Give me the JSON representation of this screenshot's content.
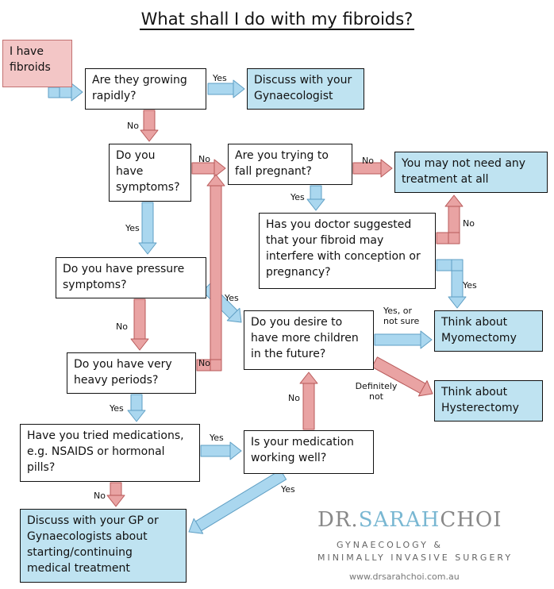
{
  "title": "What shall I do with my fibroids?",
  "nodes": {
    "start": "I have fibroids",
    "growing": "Are they growing rapidly?",
    "discuss_gyn": "Discuss with your Gynaecologist",
    "symptoms": "Do you have symptoms?",
    "pregnant": "Are you trying to fall pregnant?",
    "no_treatment": "You may not need any treatment at all",
    "doctor_suggested": "Has you doctor suggested that your fibroid may interfere with conception or pregnancy?",
    "pressure": "Do you have pressure symptoms?",
    "more_children": "Do you desire to have more children in the future?",
    "myomectomy": "Think about Myomectomy",
    "heavy": "Do you have very heavy periods?",
    "hysterectomy": "Think about Hysterectomy",
    "medications": "Have you tried medications, e.g. NSAIDS or hormonal pills?",
    "medication_working": "Is your medication working well?",
    "discuss_gp": "Discuss with your GP or Gynaecologists about starting/continuing medical treatment"
  },
  "labels": {
    "growing_yes": "Yes",
    "growing_no": "No",
    "symptoms_no": "No",
    "symptoms_yes": "Yes",
    "pregnant_no": "No",
    "pregnant_yes": "Yes",
    "doctor_no": "No",
    "doctor_yes": "Yes",
    "pressure_yes": "Yes",
    "pressure_no": "No",
    "heavy_no": "No",
    "heavy_yes": "Yes",
    "children_yes": "Yes, or not sure",
    "children_no": "Definitely not",
    "medications_yes": "Yes",
    "medications_no": "No",
    "working_no": "No",
    "working_yes": "Yes"
  },
  "brand": {
    "name_a": "DR.",
    "name_b": "SARAH",
    "name_c": "CHOI",
    "line1": "GYNAECOLOGY &",
    "line2": "MINIMALLY INVASIVE SURGERY",
    "url": "www.drsarahchoi.com.au"
  },
  "colors": {
    "outcome_fill": "#bfe3f1",
    "start_fill": "#f3c6c6",
    "yes_arrow": "#aad7ef",
    "no_arrow": "#e9a3a3"
  }
}
